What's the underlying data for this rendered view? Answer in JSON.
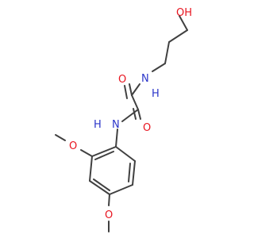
{
  "colors": {
    "bond": "#404040",
    "oxygen": "#e8141f",
    "nitrogen": "#2b35c9",
    "background": "#ffffff"
  },
  "atoms": {
    "hydroxyl": "OH",
    "amide_nh_top": "N",
    "amide_h_top": "H",
    "carbonyl_o_top": "O",
    "carbonyl_o_bottom": "O",
    "amide_nh_bottom": "N",
    "amide_h_bottom": "H",
    "methoxy_o_upper": "O",
    "methoxy_o_lower": "O"
  }
}
